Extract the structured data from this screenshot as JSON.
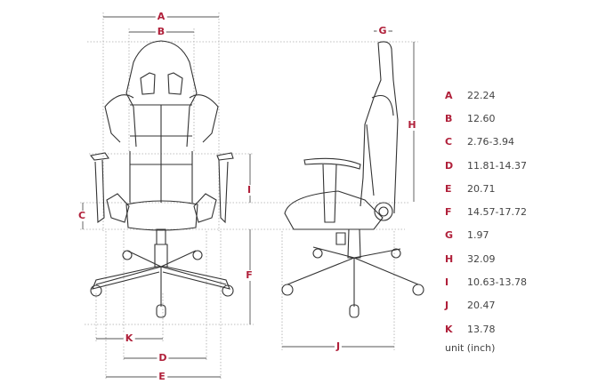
{
  "dimensions": [
    {
      "key": "A",
      "value": "22.24"
    },
    {
      "key": "B",
      "value": "12.60"
    },
    {
      "key": "C",
      "value": "2.76-3.94"
    },
    {
      "key": "D",
      "value": "11.81-14.37"
    },
    {
      "key": "E",
      "value": "20.71"
    },
    {
      "key": "F",
      "value": "14.57-17.72"
    },
    {
      "key": "G",
      "value": "1.97"
    },
    {
      "key": "H",
      "value": "32.09"
    },
    {
      "key": "I",
      "value": "10.63-13.78"
    },
    {
      "key": "J",
      "value": "20.47"
    },
    {
      "key": "K",
      "value": "13.78"
    }
  ],
  "unit_label": "unit (inch)",
  "colors": {
    "label": "#b0203a",
    "line": "#333333",
    "guide": "#999999"
  }
}
